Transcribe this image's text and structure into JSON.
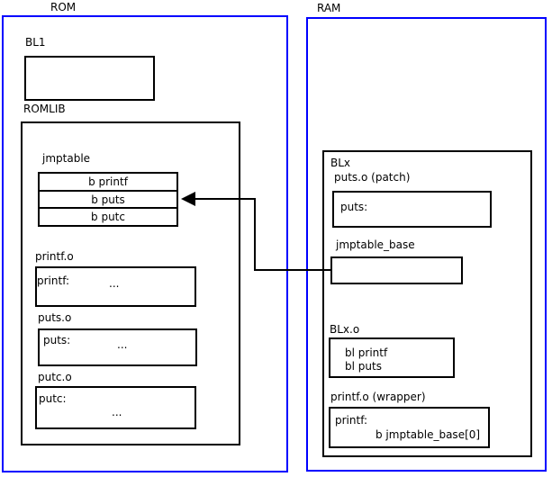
{
  "colors": {
    "frame_blue": "#0000ff",
    "box_black": "#000000",
    "background": "#ffffff",
    "text": "#000000"
  },
  "diagram": {
    "rom": {
      "label": "ROM",
      "bl1": {
        "label": "BL1"
      },
      "romlib": {
        "label": "ROMLIB",
        "jmptable": {
          "label": "jmptable",
          "rows": [
            "b printf",
            "b puts",
            "b putc"
          ]
        },
        "objects": [
          {
            "label": "printf.o",
            "symbol": "printf:",
            "ellipsis": "..."
          },
          {
            "label": "puts.o",
            "symbol": "puts:",
            "ellipsis": "..."
          },
          {
            "label": "putc.o",
            "symbol": "putc:",
            "ellipsis": "..."
          }
        ]
      }
    },
    "ram": {
      "label": "RAM",
      "blx": {
        "label": "BLx",
        "puts_patch": {
          "label": "puts.o (patch)",
          "symbol": "puts:"
        },
        "jmptable_base": {
          "label": "jmptable_base"
        },
        "blx_o": {
          "label": "BLx.o",
          "instructions": [
            "bl printf",
            "bl puts"
          ]
        },
        "printf_wrapper": {
          "label": "printf.o (wrapper)",
          "symbol": "printf:",
          "instruction": "b jmptable_base[0]"
        }
      }
    },
    "arrow": {
      "from": "jmptable_base",
      "to": "jmptable entry b puts"
    }
  }
}
